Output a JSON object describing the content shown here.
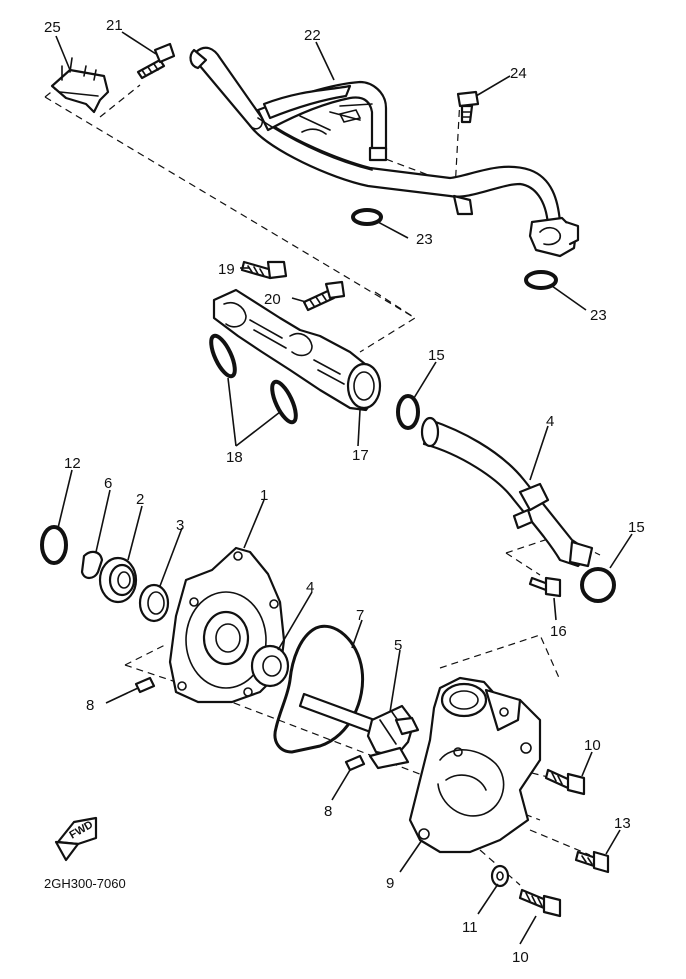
{
  "diagram_code": "2GH300-7060",
  "fwd_label": "FWD",
  "callouts": {
    "c1": "1",
    "c2": "2",
    "c3": "3",
    "c4a": "4",
    "c4b": "4",
    "c5": "5",
    "c6": "6",
    "c7": "7",
    "c8a": "8",
    "c8b": "8",
    "c9": "9",
    "c10a": "10",
    "c10b": "10",
    "c11": "11",
    "c12": "12",
    "c13": "13",
    "c15a": "15",
    "c15b": "15",
    "c16": "16",
    "c17": "17",
    "c18": "18",
    "c19": "19",
    "c20": "20",
    "c21": "21",
    "c22": "22",
    "c23a": "23",
    "c23b": "23",
    "c24": "24",
    "c25": "25"
  }
}
